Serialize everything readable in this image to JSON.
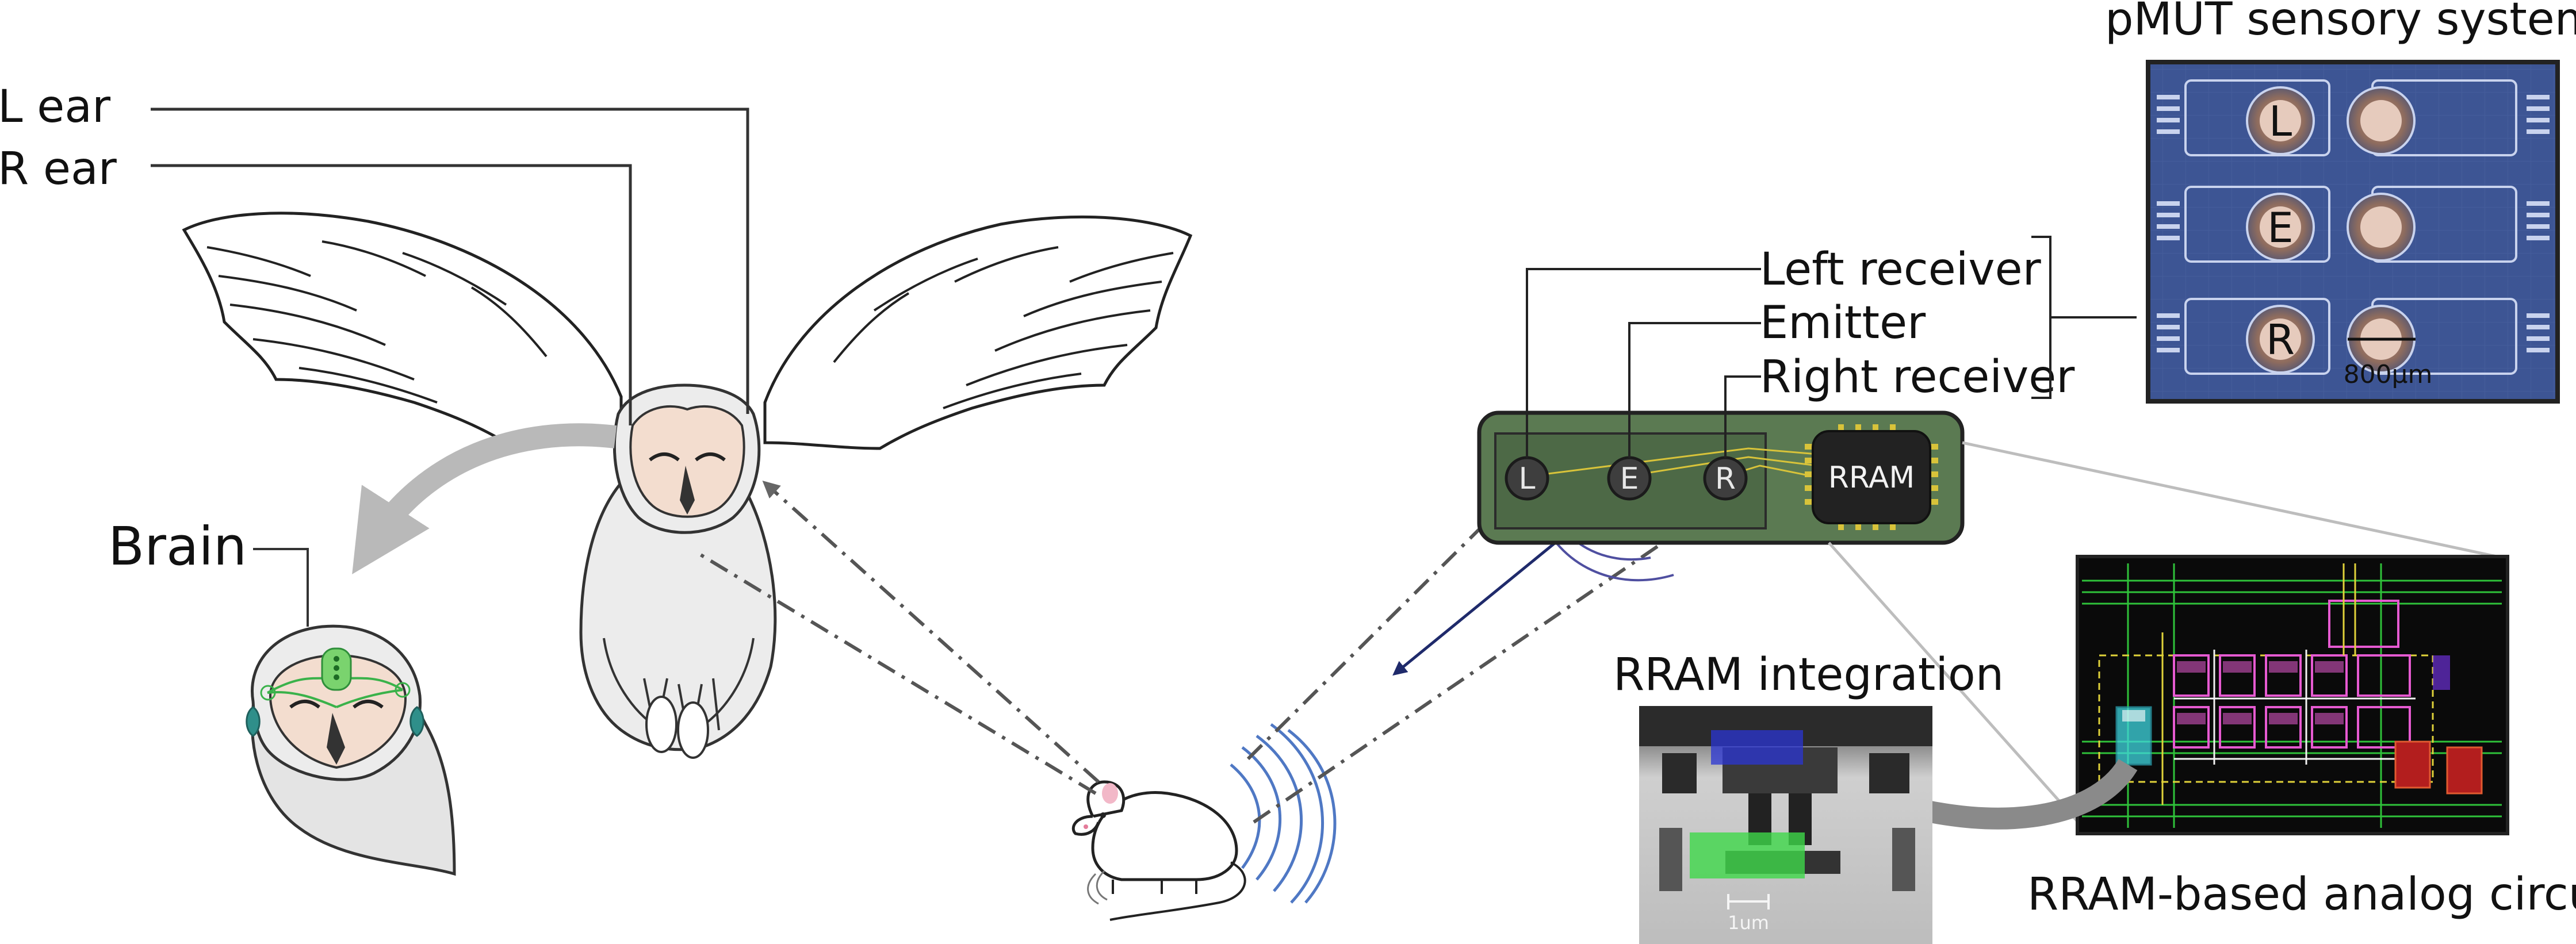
{
  "labels": {
    "l_ear": "L ear",
    "r_ear": "R ear",
    "brain": "Brain",
    "left_receiver": "Left receiver",
    "emitter": "Emitter",
    "right_receiver": "Right receiver",
    "pmut_title": "pMUT sensory system",
    "rram_integration": "RRAM integration",
    "rram_circuit": "RRAM-based analog circuit"
  },
  "pmut": {
    "rows": [
      "L",
      "E",
      "R"
    ],
    "scale_bar": "800µm"
  },
  "board": {
    "pins": [
      "L",
      "E",
      "R"
    ],
    "chip_label": "RRAM"
  },
  "tem": {
    "scale_bar": "1um"
  },
  "colors": {
    "board_green": "#5b7a52",
    "owl_face": "#f3ddcf",
    "wave_blue": "#4f78c4",
    "arrow_navy": "#1f2a6b",
    "tem_blue": "#2b35d4",
    "tem_green": "#3fd84a",
    "pmut_blue": "#3d5594"
  }
}
